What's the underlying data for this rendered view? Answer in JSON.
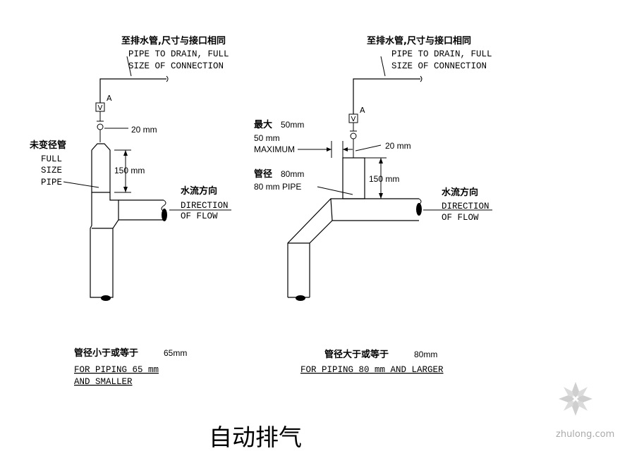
{
  "left": {
    "drain_cn": "至排水管,尺寸与接口相同",
    "drain_en_1": "PIPE TO DRAIN, FULL",
    "drain_en_2": "SIZE OF CONNECTION",
    "valve_label": "A",
    "valve_symbol": "V",
    "dim_20": "20 mm",
    "full_size_cn": "未变径管",
    "full_size_en_1": "FULL",
    "full_size_en_2": "SIZE",
    "full_size_en_3": "PIPE",
    "dim_150": "150 mm",
    "flow_cn": "水流方向",
    "flow_en_1": "DIRECTION",
    "flow_en_2": "OF FLOW",
    "caption_cn": "管径小于或等于",
    "caption_size": "65mm",
    "caption_en_1": "FOR PIPING 65 mm",
    "caption_en_2": "AND SMALLER"
  },
  "right": {
    "drain_cn": "至排水管,尺寸与接口相同",
    "drain_en_1": "PIPE TO DRAIN, FULL",
    "drain_en_2": "SIZE OF CONNECTION",
    "valve_label": "A",
    "valve_symbol": "V",
    "max_cn": "最大",
    "max_dim": "50mm",
    "max_en_1": "50 mm",
    "max_en_2": "MAXIMUM",
    "dim_20": "20 mm",
    "pipe_cn": "管径",
    "pipe_dim": "80mm",
    "pipe_en": "80 mm PIPE",
    "dim_150": "150 mm",
    "flow_cn": "水流方向",
    "flow_en_1": "DIRECTION",
    "flow_en_2": "OF FLOW",
    "caption_cn": "管径大于或等于",
    "caption_size": "80mm",
    "caption_en": "FOR PIPING 80 mm AND LARGER"
  },
  "title": "自动排气",
  "watermark": "zhulong.com"
}
